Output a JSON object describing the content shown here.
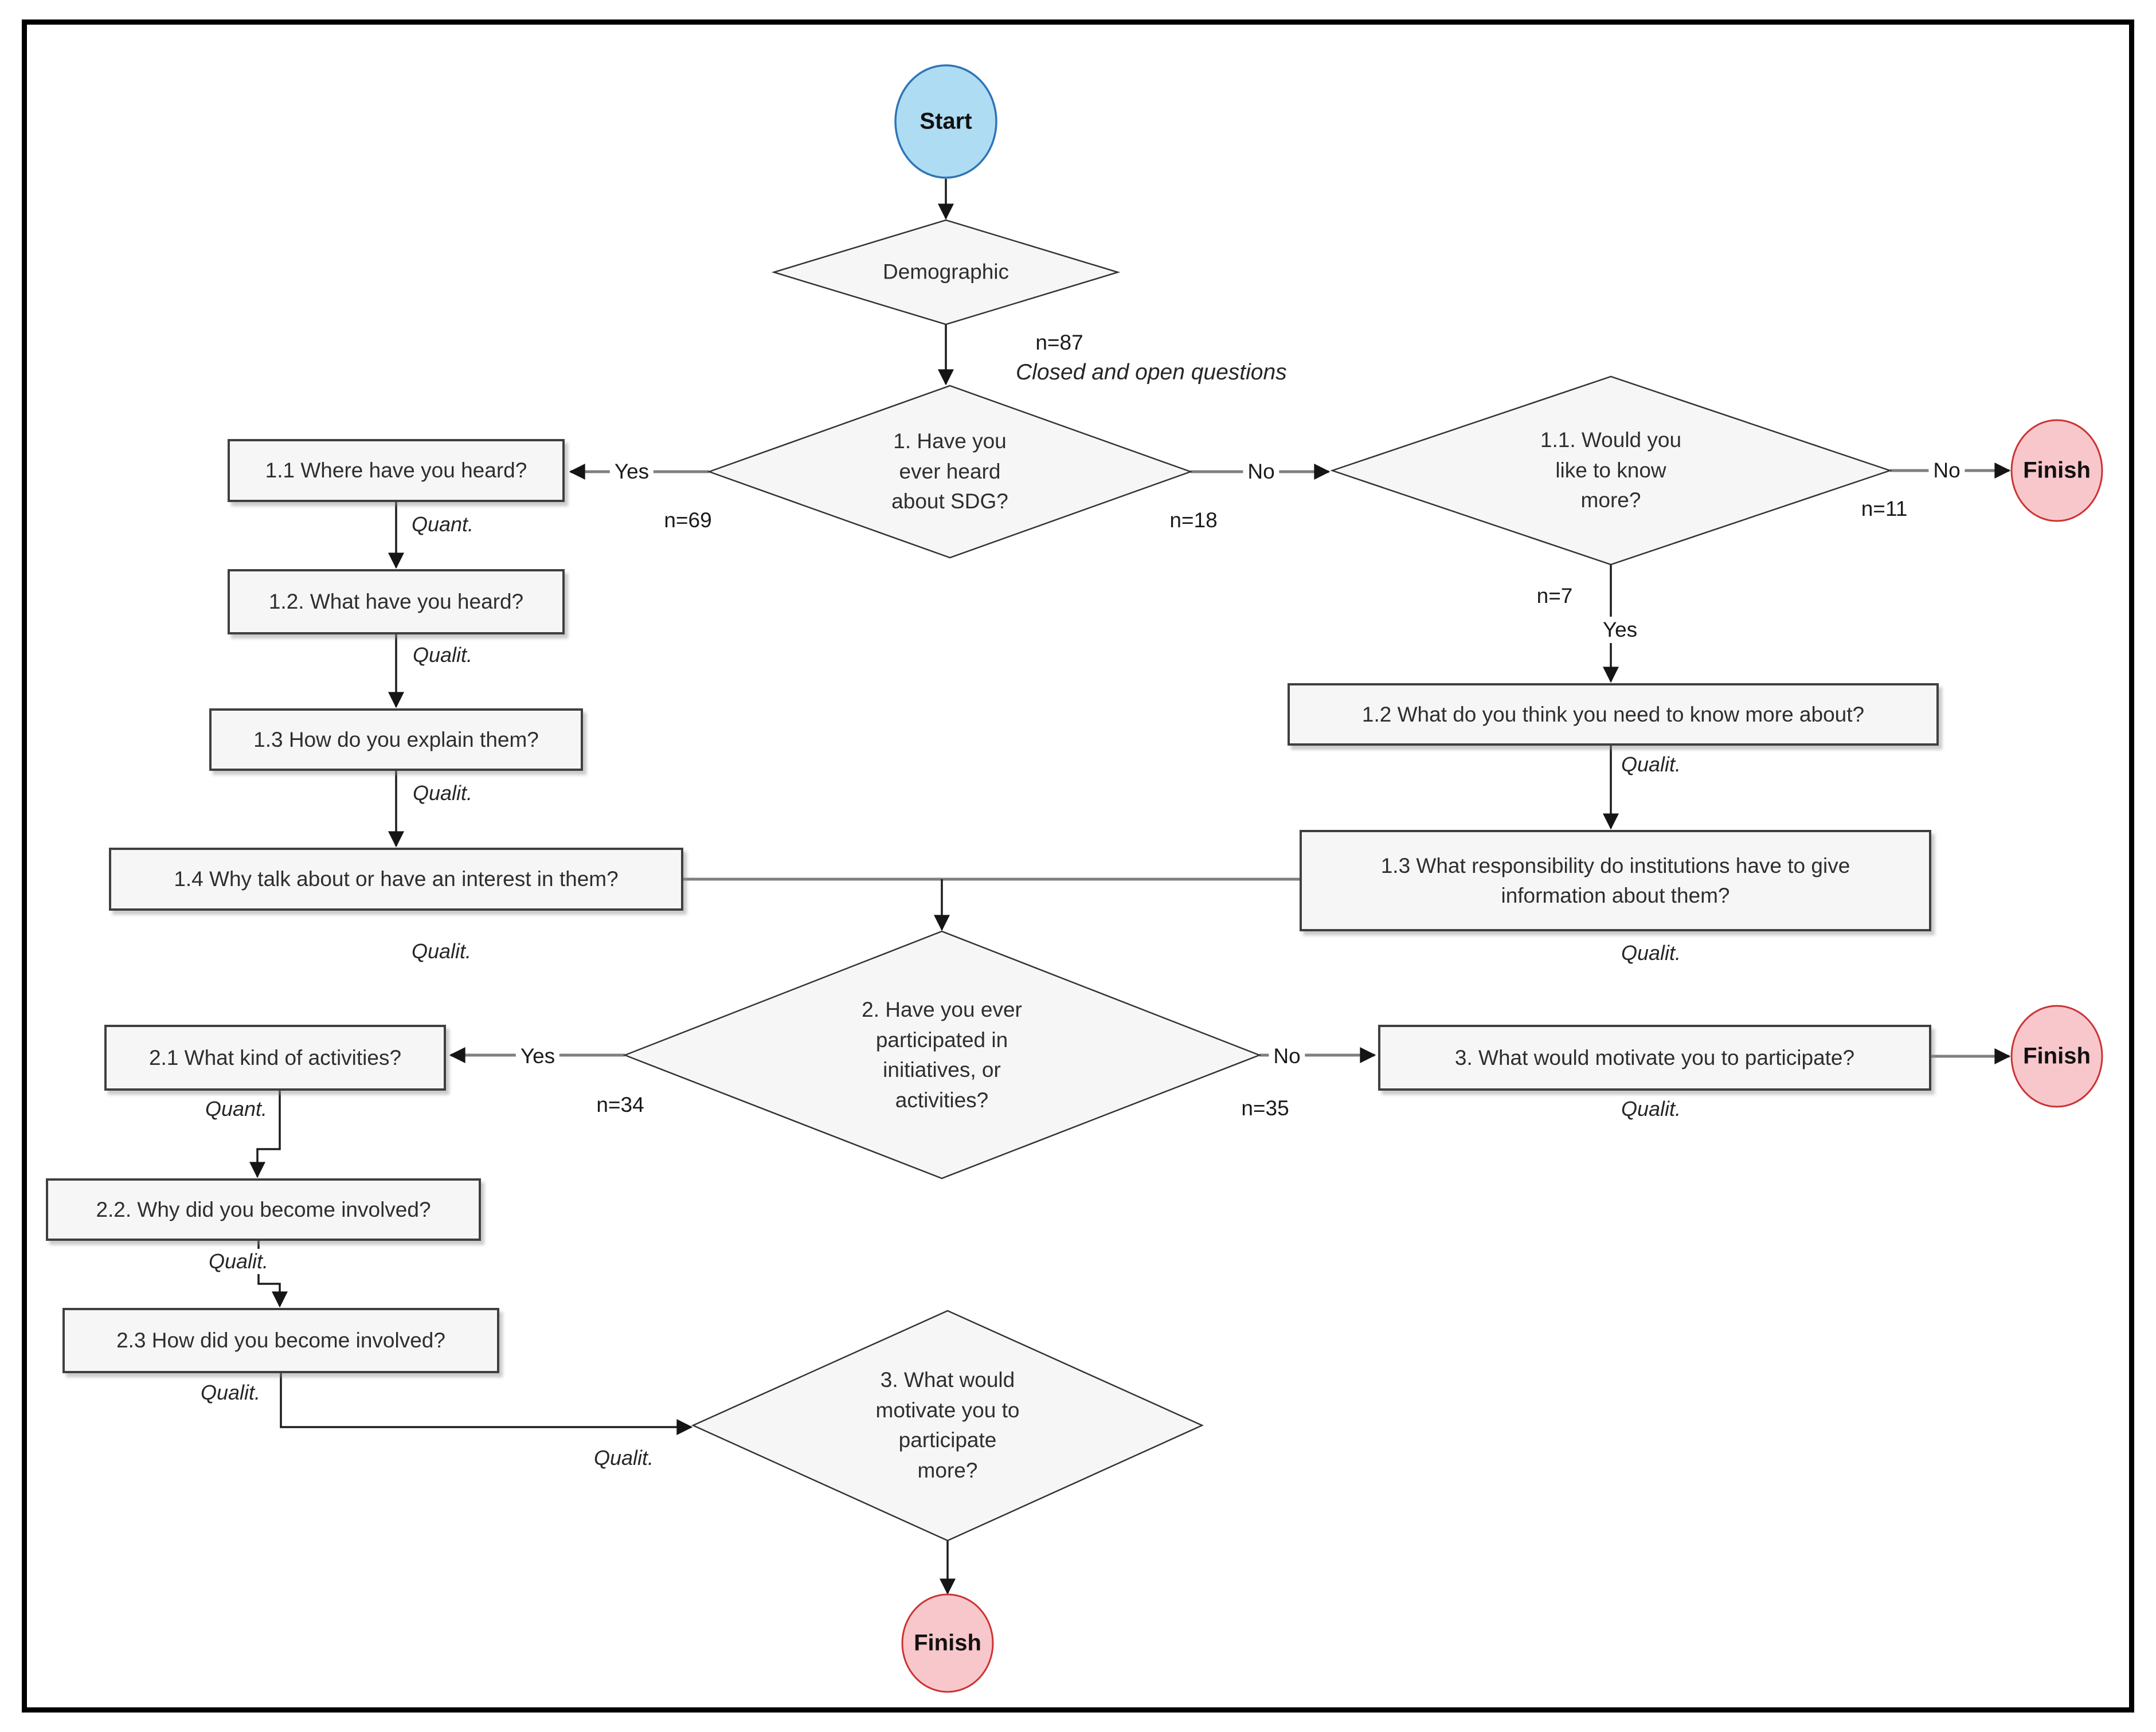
{
  "colors": {
    "start_fill": "#AEDCF2",
    "start_stroke": "#2E75B6",
    "finish_fill": "#F8C7CB",
    "finish_stroke": "#CC3333",
    "node_fill": "#F6F6F6",
    "node_stroke": "#3F3F3F",
    "line_gray": "#7F7F7F",
    "line_black": "#1C1C1C"
  },
  "nodes": {
    "start": {
      "label": "Start"
    },
    "finish": {
      "label": "Finish"
    },
    "demographic": {
      "label": "Demographic"
    },
    "q1": {
      "lines": [
        "1. Have you",
        "ever heard",
        "about SDG?"
      ]
    },
    "q11": {
      "lines": [
        "1.1. Would you",
        "like to know",
        "more?"
      ]
    },
    "q2": {
      "lines": [
        "2. Have you ever",
        "participated in",
        "initiatives, or",
        "activities?"
      ]
    },
    "q3": {
      "lines": [
        "3. What would",
        "motivate you to",
        "participate",
        "more?"
      ]
    },
    "b11": {
      "label": "1.1 Where have you heard?"
    },
    "b12": {
      "label": "1.2. What have you heard?"
    },
    "b13": {
      "label": "1.3 How do you explain them?"
    },
    "b14": {
      "label": "1.4 Why talk about or have an interest in them?"
    },
    "rb12": {
      "label": "1.2 What do you think you need to know more about?"
    },
    "rb13": {
      "lines": [
        "1.3 What responsibility do institutions have to give",
        "information about them?"
      ]
    },
    "b21": {
      "label": "2.1 What kind of activities?"
    },
    "b22": {
      "label": "2.2. Why did you become involved?"
    },
    "b23": {
      "label": "2.3 How did you become involved?"
    },
    "b3": {
      "label": "3. What would motivate you to participate?"
    }
  },
  "labels": {
    "n87": "n=87",
    "closed_open": "Closed and open questions",
    "yes1": "Yes",
    "n69": "n=69",
    "no1": "No",
    "n18": "n=18",
    "no11": "No",
    "n11": "n=11",
    "n7": "n=7",
    "yes11": "Yes",
    "quant11": "Quant.",
    "qualit12": "Qualit.",
    "qualit13": "Qualit.",
    "qualit14": "Qualit.",
    "qualit_rb12": "Qualit.",
    "qualit_rb13": "Qualit.",
    "yes2": "Yes",
    "n34": "n=34",
    "no2": "No",
    "n35": "n=35",
    "quant21": "Quant.",
    "qualit22": "Qualit.",
    "qualit23": "Qualit.",
    "qualit_d3": "Qualit.",
    "qualit_b3": "Qualit."
  }
}
